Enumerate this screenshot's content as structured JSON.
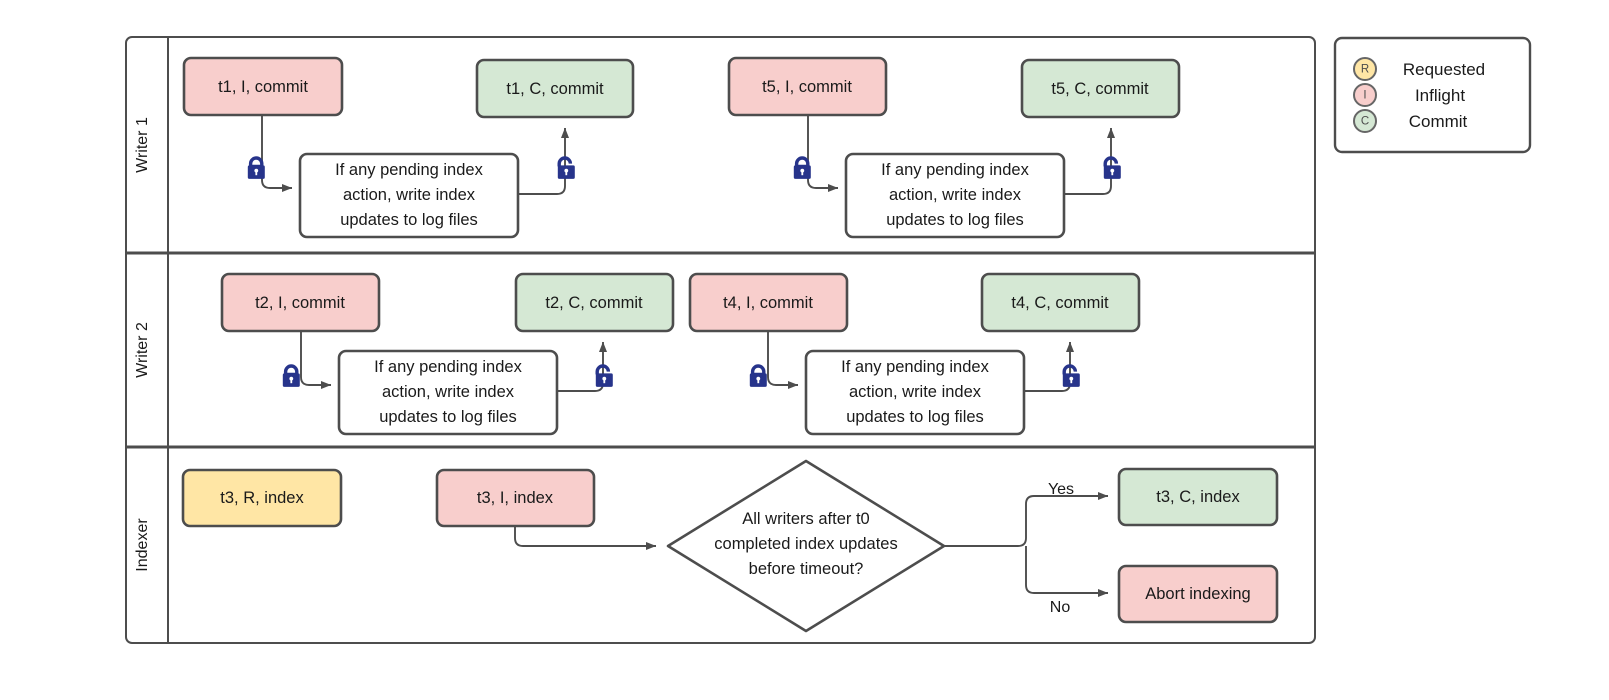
{
  "diagram": {
    "title": "Writer / Indexer transaction lane diagram",
    "colors": {
      "inflight": "#f8cecc",
      "commit": "#d5e8d4",
      "requested": "#ffe6a5",
      "plain": "#ffffff",
      "stroke": "#4d4d4d",
      "lock": "#27348b"
    },
    "lanes": [
      {
        "id": "writer-1",
        "label": "Writer 1"
      },
      {
        "id": "writer-2",
        "label": "Writer 2"
      },
      {
        "id": "indexer",
        "label": "Indexer"
      }
    ],
    "note_text": "If any pending index action, write index updates to log files",
    "note_lines": [
      "If any pending index",
      "action, write index",
      "updates to log files"
    ],
    "nodes": {
      "w1_t1_i": "t1, I, commit",
      "w1_t1_c": "t1, C, commit",
      "w1_t5_i": "t5, I, commit",
      "w1_t5_c": "t5, C, commit",
      "w2_t2_i": "t2, I, commit",
      "w2_t2_c": "t2, C, commit",
      "w2_t4_i": "t4, I, commit",
      "w2_t4_c": "t4, C, commit",
      "ix_t3_r": "t3, R, index",
      "ix_t3_i": "t3, I, index",
      "ix_t3_c": "t3, C, index",
      "ix_abort": "Abort indexing"
    },
    "decision": {
      "lines": [
        "All writers after t0",
        "completed index updates",
        "before timeout?"
      ],
      "text": "All writers after t0 completed index updates before timeout?"
    },
    "edge_labels": {
      "yes": "Yes",
      "no": "No"
    },
    "locks": {
      "locked_name": "lock-closed-icon",
      "unlocked_name": "lock-open-icon"
    }
  },
  "legend": {
    "items": [
      {
        "letter": "R",
        "label": "Requested",
        "color": "#ffe6a5"
      },
      {
        "letter": "I",
        "label": "Inflight",
        "color": "#f8cecc"
      },
      {
        "letter": "C",
        "label": "Commit",
        "color": "#d5e8d4"
      }
    ]
  }
}
